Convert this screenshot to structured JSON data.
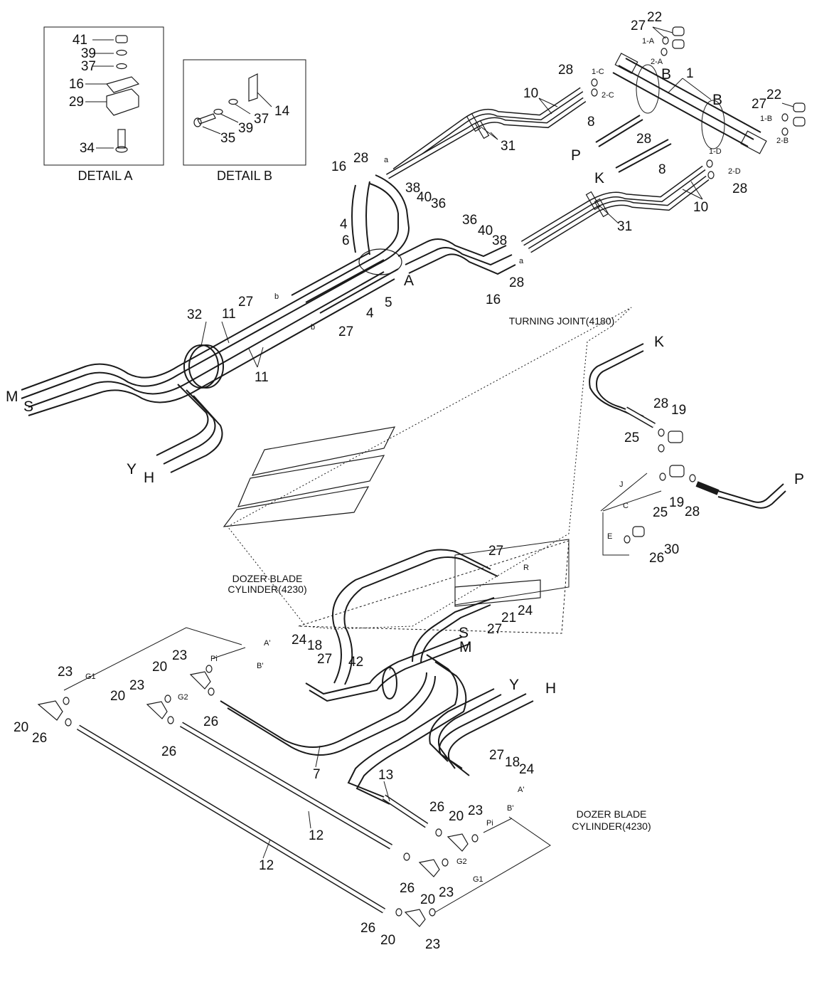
{
  "details": {
    "a": {
      "title": "DETAIL A",
      "parts": [
        "41",
        "39",
        "37",
        "16",
        "29",
        "34"
      ]
    },
    "b": {
      "title": "DETAIL B",
      "parts": [
        "14",
        "37",
        "39",
        "35"
      ]
    }
  },
  "captions": {
    "turning_joint": "TURNING JOINT(4180)",
    "dozer_blade_1": [
      "DOZER BLADE",
      "CYLINDER(4230)"
    ],
    "dozer_blade_2": [
      "DOZER BLADE",
      "CYLINDER(4230)"
    ]
  },
  "letters": [
    "A",
    "B",
    "B",
    "K",
    "P",
    "M",
    "S",
    "Y",
    "H",
    "K",
    "P",
    "S",
    "M",
    "Y",
    "H"
  ],
  "port_labels": [
    "1-A",
    "2-A",
    "1-C",
    "2-C",
    "1-B",
    "2-B",
    "1-D",
    "2-D",
    "a",
    "a",
    "b",
    "b",
    "J",
    "C",
    "E",
    "R",
    "A'",
    "B'",
    "A'",
    "B'",
    "Pi",
    "Pi",
    "G1",
    "G2",
    "G1",
    "G2"
  ],
  "part_numbers": [
    "1",
    "4",
    "5",
    "6",
    "7",
    "8",
    "10",
    "11",
    "12",
    "13",
    "16",
    "18",
    "19",
    "20",
    "21",
    "22",
    "23",
    "24",
    "25",
    "26",
    "27",
    "28",
    "30",
    "31",
    "32",
    "36",
    "38",
    "40",
    "42"
  ]
}
